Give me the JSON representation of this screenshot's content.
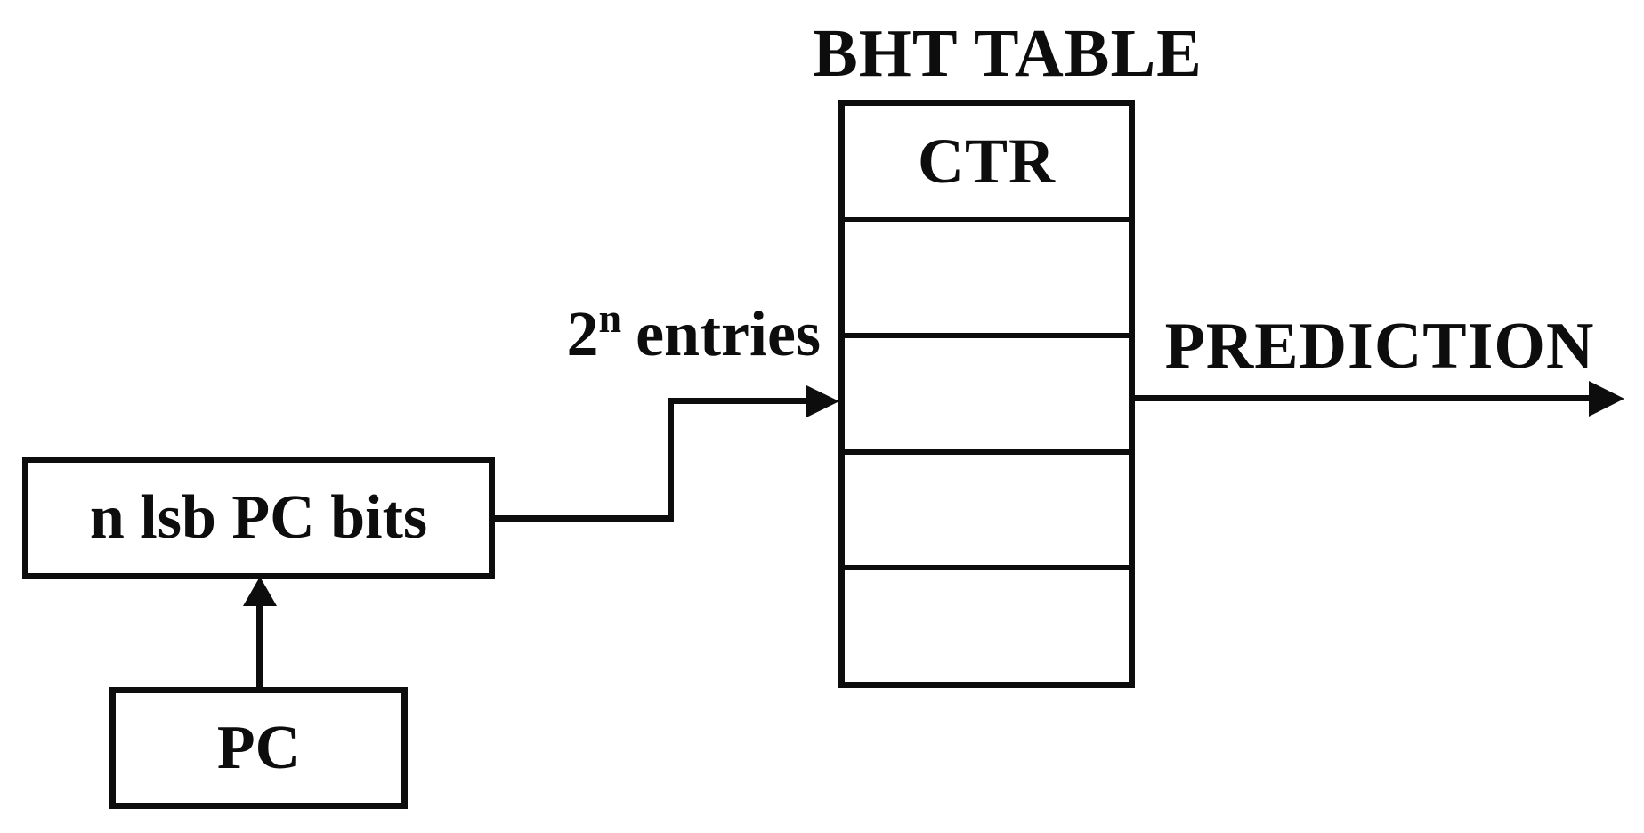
{
  "diagram": {
    "title": "BHT TABLE",
    "bht_table": {
      "header_cell": "CTR",
      "row_count": 5,
      "empty_row_count": 4
    },
    "labels": {
      "entries_base": "2",
      "entries_superscript": "n",
      "entries_rest": "entries",
      "prediction": "PREDICTION",
      "n_lsb_pc_bits": "n lsb PC bits",
      "pc": "PC"
    },
    "icons": {
      "index_arrowhead": "right-triangle",
      "prediction_arrowhead": "right-triangle",
      "pc_arrowhead": "up-triangle"
    },
    "colors": {
      "line": "#0d0d0d",
      "background": "#ffffff"
    }
  }
}
